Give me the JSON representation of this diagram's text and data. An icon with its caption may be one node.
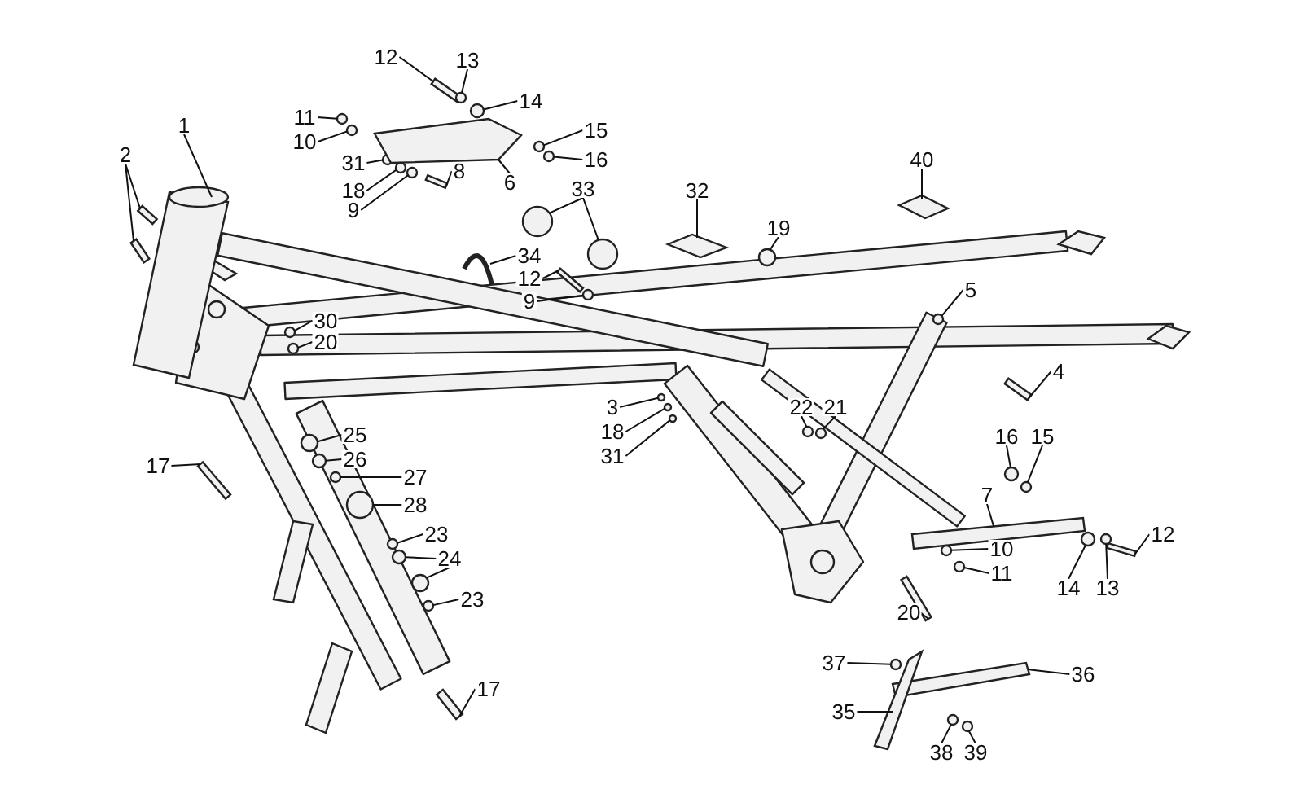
{
  "diagram": {
    "nodes": [
      {
        "text": [
          "1"
        ]
      },
      {
        "text": [
          "2"
        ]
      },
      {
        "text": [
          "12"
        ]
      },
      {
        "text": [
          "13"
        ]
      },
      {
        "text": [
          "14"
        ]
      },
      {
        "text": [
          "11"
        ]
      },
      {
        "text": [
          "10"
        ]
      },
      {
        "text": [
          "15"
        ]
      },
      {
        "text": [
          "16"
        ]
      },
      {
        "text": [
          "31"
        ]
      },
      {
        "text": [
          "8"
        ]
      },
      {
        "text": [
          "6"
        ]
      },
      {
        "text": [
          "18"
        ]
      },
      {
        "text": [
          "9"
        ]
      },
      {
        "text": [
          "33"
        ]
      },
      {
        "text": [
          "32"
        ]
      },
      {
        "text": [
          "40"
        ]
      },
      {
        "text": [
          "19"
        ]
      },
      {
        "text": [
          "34"
        ]
      },
      {
        "text": [
          "12"
        ]
      },
      {
        "text": [
          "9"
        ]
      },
      {
        "text": [
          "30"
        ]
      },
      {
        "text": [
          "20"
        ]
      },
      {
        "text": [
          "5"
        ]
      },
      {
        "text": [
          "4"
        ]
      },
      {
        "text": [
          "3"
        ]
      },
      {
        "text": [
          "18"
        ]
      },
      {
        "text": [
          "31"
        ]
      },
      {
        "text": [
          "22"
        ]
      },
      {
        "text": [
          "21"
        ]
      },
      {
        "text": [
          "25"
        ]
      },
      {
        "text": [
          "26"
        ]
      },
      {
        "text": [
          "17"
        ]
      },
      {
        "text": [
          "27"
        ]
      },
      {
        "text": [
          "16"
        ]
      },
      {
        "text": [
          "15"
        ]
      },
      {
        "text": [
          "28"
        ]
      },
      {
        "text": [
          "7"
        ]
      },
      {
        "text": [
          "23"
        ]
      },
      {
        "text": [
          "24"
        ]
      },
      {
        "text": [
          "10"
        ]
      },
      {
        "text": [
          "12"
        ]
      },
      {
        "text": [
          "11"
        ]
      },
      {
        "text": [
          "14"
        ]
      },
      {
        "text": [
          "13"
        ]
      },
      {
        "text": [
          "23"
        ]
      },
      {
        "text": [
          "20"
        ]
      },
      {
        "text": [
          "17"
        ]
      },
      {
        "text": [
          "37"
        ]
      },
      {
        "text": [
          "36"
        ]
      },
      {
        "text": [
          "35"
        ]
      },
      {
        "text": [
          "38"
        ]
      },
      {
        "text": [
          "39"
        ]
      },
      {
        "text": [],
        "shape": "cylinder"
      },
      {
        "text": [],
        "shape": "bar"
      },
      {
        "text": [],
        "shape": "bar"
      },
      {
        "text": [],
        "shape": "bar"
      },
      {
        "text": [],
        "shape": "circle"
      },
      {
        "text": [],
        "shape": "circle"
      },
      {
        "text": [],
        "shape": "circle"
      },
      {
        "text": [],
        "shape": "circle"
      },
      {
        "text": [],
        "shape": "circle"
      },
      {
        "text": [],
        "shape": "circle"
      },
      {
        "text": [],
        "shape": "circle"
      },
      {
        "text": [],
        "shape": "bar"
      },
      {
        "text": [],
        "shape": "box"
      },
      {
        "text": [],
        "shape": "circle"
      },
      {
        "text": [],
        "shape": "circle"
      },
      {
        "text": [],
        "shape": "circle"
      },
      {
        "text": [],
        "shape": "circle"
      },
      {
        "text": [],
        "shape": "diamond"
      },
      {
        "text": [],
        "shape": "diamond"
      },
      {
        "text": [],
        "shape": "circle"
      },
      {
        "text": [],
        "shape": "arc"
      },
      {
        "text": [],
        "shape": "bar"
      },
      {
        "text": [],
        "shape": "circle"
      },
      {
        "text": [],
        "shape": "circle"
      },
      {
        "text": [],
        "shape": "circle"
      },
      {
        "text": [],
        "shape": "circle"
      },
      {
        "text": [],
        "shape": "bar"
      },
      {
        "text": [],
        "shape": "circle"
      },
      {
        "text": [],
        "shape": "circle"
      },
      {
        "text": [],
        "shape": "circle"
      },
      {
        "text": [],
        "shape": "circle"
      },
      {
        "text": [],
        "shape": "circle"
      },
      {
        "text": [],
        "shape": "circle"
      },
      {
        "text": [],
        "shape": "circle"
      },
      {
        "text": [],
        "shape": "bar"
      },
      {
        "text": [],
        "shape": "circle"
      },
      {
        "text": [],
        "shape": "circle"
      },
      {
        "text": [],
        "shape": "circle"
      },
      {
        "text": [],
        "shape": "circle"
      },
      {
        "text": [],
        "shape": "box"
      },
      {
        "text": [],
        "shape": "circle"
      },
      {
        "text": [],
        "shape": "circle"
      },
      {
        "text": [],
        "shape": "circle"
      },
      {
        "text": [],
        "shape": "circle"
      },
      {
        "text": [],
        "shape": "bar"
      },
      {
        "text": [],
        "shape": "circle"
      },
      {
        "text": [],
        "shape": "circle"
      },
      {
        "text": [],
        "shape": "circle"
      },
      {
        "text": [],
        "shape": "circle"
      },
      {
        "text": [],
        "shape": "bar"
      },
      {
        "text": [],
        "shape": "bar"
      },
      {
        "text": [],
        "shape": "circle"
      },
      {
        "text": [],
        "shape": "box"
      },
      {
        "text": [],
        "shape": "box"
      },
      {
        "text": [],
        "shape": "circle"
      },
      {
        "text": [],
        "shape": "circle"
      }
    ],
    "edges": [
      {
        "from": 0,
        "to": 53,
        "arrow": "none"
      },
      {
        "from": 1,
        "to": 54,
        "arrow": "none"
      },
      {
        "from": 1,
        "to": 55,
        "arrow": "none"
      },
      {
        "from": 2,
        "to": 56,
        "arrow": "none"
      },
      {
        "from": 3,
        "to": 57,
        "arrow": "none"
      },
      {
        "from": 4,
        "to": 58,
        "arrow": "none"
      },
      {
        "from": 5,
        "to": 59,
        "arrow": "none"
      },
      {
        "from": 6,
        "to": 60,
        "arrow": "none"
      },
      {
        "from": 7,
        "to": 61,
        "arrow": "none"
      },
      {
        "from": 8,
        "to": 62,
        "arrow": "none"
      },
      {
        "from": 9,
        "to": 63,
        "arrow": "none"
      },
      {
        "from": 10,
        "to": 64,
        "arrow": "none"
      },
      {
        "from": 11,
        "to": 65,
        "arrow": "none"
      },
      {
        "from": 12,
        "to": 66,
        "arrow": "none"
      },
      {
        "from": 13,
        "to": 67,
        "arrow": "none"
      },
      {
        "from": 14,
        "to": 68,
        "arrow": "none"
      },
      {
        "from": 14,
        "to": 69,
        "arrow": "none"
      },
      {
        "from": 15,
        "to": 70,
        "arrow": "none"
      },
      {
        "from": 16,
        "to": 71,
        "arrow": "none"
      },
      {
        "from": 17,
        "to": 72,
        "arrow": "none"
      },
      {
        "from": 18,
        "to": 73,
        "arrow": "none"
      },
      {
        "from": 19,
        "to": 74,
        "arrow": "none"
      },
      {
        "from": 20,
        "to": 75,
        "arrow": "none"
      },
      {
        "from": 21,
        "to": 76,
        "arrow": "none"
      },
      {
        "from": 22,
        "to": 77,
        "arrow": "none"
      },
      {
        "from": 23,
        "to": 78,
        "arrow": "none"
      },
      {
        "from": 24,
        "to": 79,
        "arrow": "none"
      },
      {
        "from": 25,
        "to": 80,
        "arrow": "none"
      },
      {
        "from": 26,
        "to": 81,
        "arrow": "none"
      },
      {
        "from": 27,
        "to": 82,
        "arrow": "none"
      },
      {
        "from": 28,
        "to": 83,
        "arrow": "none"
      },
      {
        "from": 29,
        "to": 84,
        "arrow": "none"
      },
      {
        "from": 30,
        "to": 85,
        "arrow": "none"
      },
      {
        "from": 31,
        "to": 86,
        "arrow": "none"
      },
      {
        "from": 32,
        "to": 87,
        "arrow": "none"
      },
      {
        "from": 33,
        "to": 88,
        "arrow": "none"
      },
      {
        "from": 34,
        "to": 89,
        "arrow": "none"
      },
      {
        "from": 35,
        "to": 90,
        "arrow": "none"
      },
      {
        "from": 36,
        "to": 91,
        "arrow": "none"
      },
      {
        "from": 37,
        "to": 92,
        "arrow": "none"
      },
      {
        "from": 38,
        "to": 93,
        "arrow": "none"
      },
      {
        "from": 39,
        "to": 94,
        "arrow": "none"
      },
      {
        "from": 39,
        "to": 95,
        "arrow": "none"
      },
      {
        "from": 40,
        "to": 96,
        "arrow": "none"
      },
      {
        "from": 41,
        "to": 97,
        "arrow": "none"
      },
      {
        "from": 42,
        "to": 98,
        "arrow": "none"
      },
      {
        "from": 43,
        "to": 99,
        "arrow": "none"
      },
      {
        "from": 44,
        "to": 100,
        "arrow": "none"
      },
      {
        "from": 45,
        "to": 101,
        "arrow": "none"
      },
      {
        "from": 46,
        "to": 102,
        "arrow": "none"
      },
      {
        "from": 47,
        "to": 103,
        "arrow": "none"
      },
      {
        "from": 48,
        "to": 104,
        "arrow": "none"
      },
      {
        "from": 49,
        "to": 105,
        "arrow": "none"
      },
      {
        "from": 50,
        "to": 106,
        "arrow": "none"
      },
      {
        "from": 51,
        "to": 107,
        "arrow": "none"
      },
      {
        "from": 52,
        "to": 108,
        "arrow": "none"
      }
    ]
  }
}
